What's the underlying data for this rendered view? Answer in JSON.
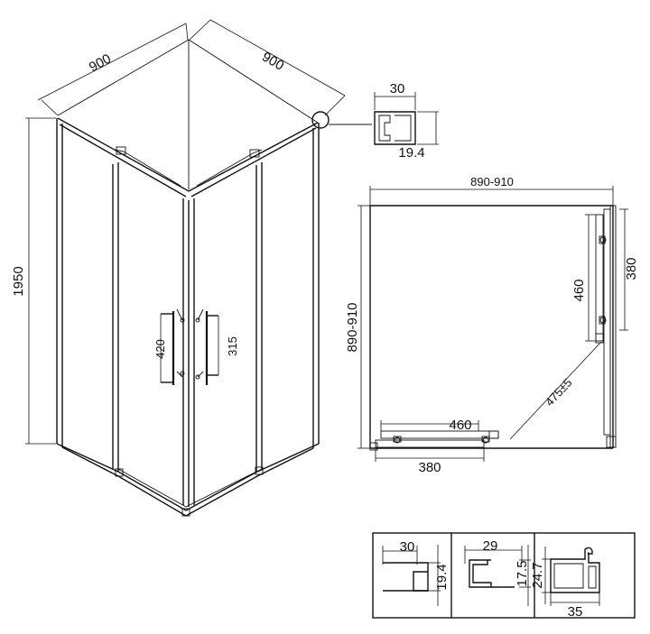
{
  "iso_view": {
    "width_left": "900",
    "width_right": "900",
    "height": "1950",
    "handle_left": "420",
    "handle_right": "315"
  },
  "top_profile": {
    "width": "30",
    "depth": "19.4"
  },
  "plan_view": {
    "overall": "890-910",
    "side_overall": "890-910",
    "door_right": "460",
    "panel_right": "380",
    "door_bottom": "460",
    "panel_bottom": "380",
    "diagonal": "475±5"
  },
  "profiles": [
    {
      "width": "30",
      "height": "19.4"
    },
    {
      "width": "29",
      "height": "17.5"
    },
    {
      "width": "35",
      "height": "24.7"
    }
  ]
}
